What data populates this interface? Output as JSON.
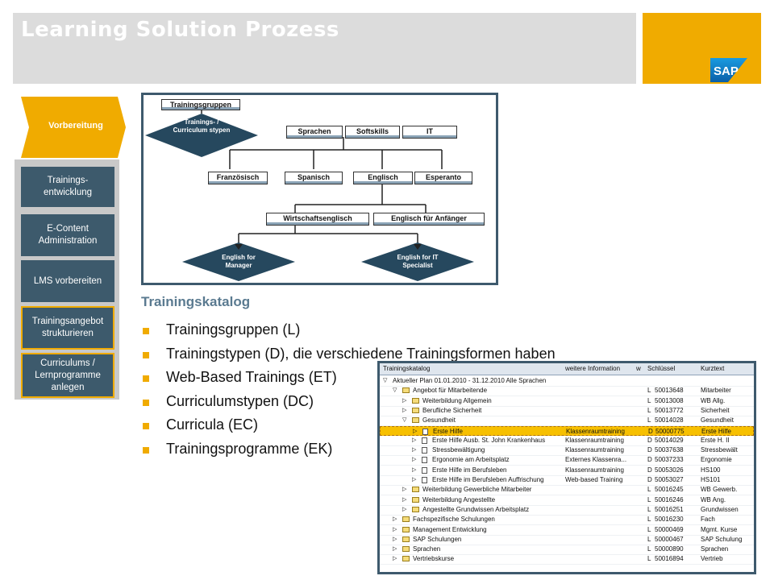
{
  "header": {
    "title": "Learning Solution Prozess",
    "logo_text": "SAP",
    "colors": {
      "title_bar": "#dcdcdc",
      "brand": "#f0ab00"
    }
  },
  "process": {
    "stage_label": "Vorbereitung",
    "nav_items": [
      {
        "label": "Trainings-\nentwicklung",
        "highlighted": false
      },
      {
        "label": "E-Content Administration",
        "highlighted": false
      },
      {
        "label": "LMS vorbereiten",
        "highlighted": false
      },
      {
        "label": "Trainingsangebot strukturieren",
        "highlighted": true
      },
      {
        "label": "Curriculums / Lernprogramme anlegen",
        "highlighted": true
      }
    ]
  },
  "diagram": {
    "root": "Trainingsgruppen",
    "curriculum_type": "Trainings- / Curriculum stypen",
    "groups": [
      "Sprachen",
      "Softskills",
      "IT"
    ],
    "languages": [
      "Französisch",
      "Spanisch",
      "Englisch",
      "Esperanto"
    ],
    "english_types": [
      "Wirtschaftsenglisch",
      "Englisch für Anfänger"
    ],
    "curricula": [
      "English for Manager",
      "English for IT Specialist"
    ]
  },
  "content": {
    "heading": "Trainingskatalog",
    "bullets": [
      "Trainingsgruppen (L)",
      "Trainingstypen (D), die verschiedene Trainingsformen haben",
      "Web-Based Trainings (ET)",
      "Curriculumstypen (DC)",
      "Curricula (EC)",
      "Trainingsprogramme (EK)"
    ]
  },
  "catalog": {
    "columns": [
      "Trainingskatalog",
      "weitere Information",
      "w",
      "Schlüssel",
      "Kurztext"
    ],
    "rows": [
      {
        "indent": 0,
        "icon": "triangle-down",
        "name": "Aktueller Plan 01.01.2010 - 31.12.2010 Alle Sprachen",
        "info": "",
        "type": "",
        "key": "",
        "short": ""
      },
      {
        "indent": 1,
        "icon": "folder-open",
        "name": "Angebot für Mitarbeitende",
        "info": "",
        "type": "L",
        "key": "50013648",
        "short": "Mitarbeiter"
      },
      {
        "indent": 2,
        "icon": "folder",
        "name": "Weiterbildung Allgemein",
        "info": "",
        "type": "L",
        "key": "50013008",
        "short": "WB Allg."
      },
      {
        "indent": 2,
        "icon": "folder",
        "name": "Berufliche Sicherheit",
        "info": "",
        "type": "L",
        "key": "50013772",
        "short": "Sicherheit"
      },
      {
        "indent": 2,
        "icon": "folder-open",
        "name": "Gesundheit",
        "info": "",
        "type": "L",
        "key": "50014028",
        "short": "Gesundheit"
      },
      {
        "indent": 3,
        "icon": "doc",
        "name": "Erste Hilfe",
        "info": "Klassenraumtraining",
        "type": "D",
        "key": "50000775",
        "short": "Erste Hilfe",
        "selected": true
      },
      {
        "indent": 3,
        "icon": "doc",
        "name": "Erste Hilfe Ausb. St. John Krankenhaus",
        "info": "Klassenraumtraining",
        "type": "D",
        "key": "50014029",
        "short": "Erste H. II"
      },
      {
        "indent": 3,
        "icon": "doc",
        "name": "Stressbewältigung",
        "info": "Klassenraumtraining",
        "type": "D",
        "key": "50037638",
        "short": "Stressbewält"
      },
      {
        "indent": 3,
        "icon": "doc",
        "name": "Ergonomie am Arbeitsplatz",
        "info": "Externes Klassenra...",
        "type": "D",
        "key": "50037233",
        "short": "Ergonomie"
      },
      {
        "indent": 3,
        "icon": "doc",
        "name": "Erste Hilfe im Berufsleben",
        "info": "Klassenraumtraining",
        "type": "D",
        "key": "50053026",
        "short": "HS100"
      },
      {
        "indent": 3,
        "icon": "doc",
        "name": "Erste Hilfe im Berufsleben Auffrischung",
        "info": "Web-based Training",
        "type": "D",
        "key": "50053027",
        "short": "HS101"
      },
      {
        "indent": 2,
        "icon": "folder",
        "name": "Weiterbildung Gewerbliche Mitarbeiter",
        "info": "",
        "type": "L",
        "key": "50016245",
        "short": "WB Gewerb."
      },
      {
        "indent": 2,
        "icon": "folder",
        "name": "Weiterbildung Angestellte",
        "info": "",
        "type": "L",
        "key": "50016246",
        "short": "WB Ang."
      },
      {
        "indent": 2,
        "icon": "folder",
        "name": "Angestellte Grundwissen Arbeitsplatz",
        "info": "",
        "type": "L",
        "key": "50016251",
        "short": "Grundwissen"
      },
      {
        "indent": 1,
        "icon": "folder",
        "name": "Fachspezifische Schulungen",
        "info": "",
        "type": "L",
        "key": "50016230",
        "short": "Fach"
      },
      {
        "indent": 1,
        "icon": "folder",
        "name": "Management Entwicklung",
        "info": "",
        "type": "L",
        "key": "50000469",
        "short": "Mgmt. Kurse"
      },
      {
        "indent": 1,
        "icon": "folder",
        "name": "SAP Schulungen",
        "info": "",
        "type": "L",
        "key": "50000467",
        "short": "SAP Schulung"
      },
      {
        "indent": 1,
        "icon": "folder",
        "name": "Sprachen",
        "info": "",
        "type": "L",
        "key": "50000890",
        "short": "Sprachen"
      },
      {
        "indent": 1,
        "icon": "folder",
        "name": "Vertriebskurse",
        "info": "",
        "type": "L",
        "key": "50016894",
        "short": "Vertrieb"
      }
    ]
  }
}
